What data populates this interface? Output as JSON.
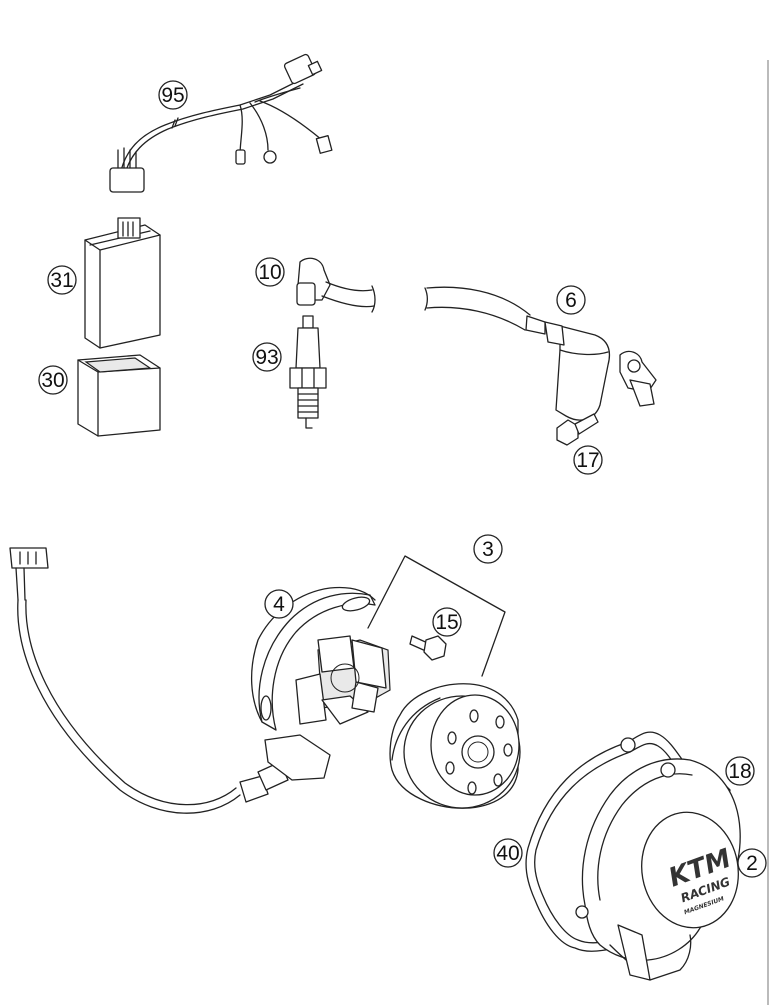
{
  "diagram": {
    "callouts": [
      {
        "id": "95",
        "label": "95"
      },
      {
        "id": "31",
        "label": "31"
      },
      {
        "id": "30",
        "label": "30"
      },
      {
        "id": "10",
        "label": "10"
      },
      {
        "id": "93",
        "label": "93"
      },
      {
        "id": "6",
        "label": "6"
      },
      {
        "id": "17",
        "label": "17"
      },
      {
        "id": "3",
        "label": "3"
      },
      {
        "id": "4",
        "label": "4"
      },
      {
        "id": "15",
        "label": "15"
      },
      {
        "id": "18",
        "label": "18"
      },
      {
        "id": "40",
        "label": "40"
      },
      {
        "id": "2",
        "label": "2"
      }
    ],
    "logo": {
      "brand": "KTM",
      "line2": "RACING",
      "line3": "MAGNESIUM"
    }
  }
}
